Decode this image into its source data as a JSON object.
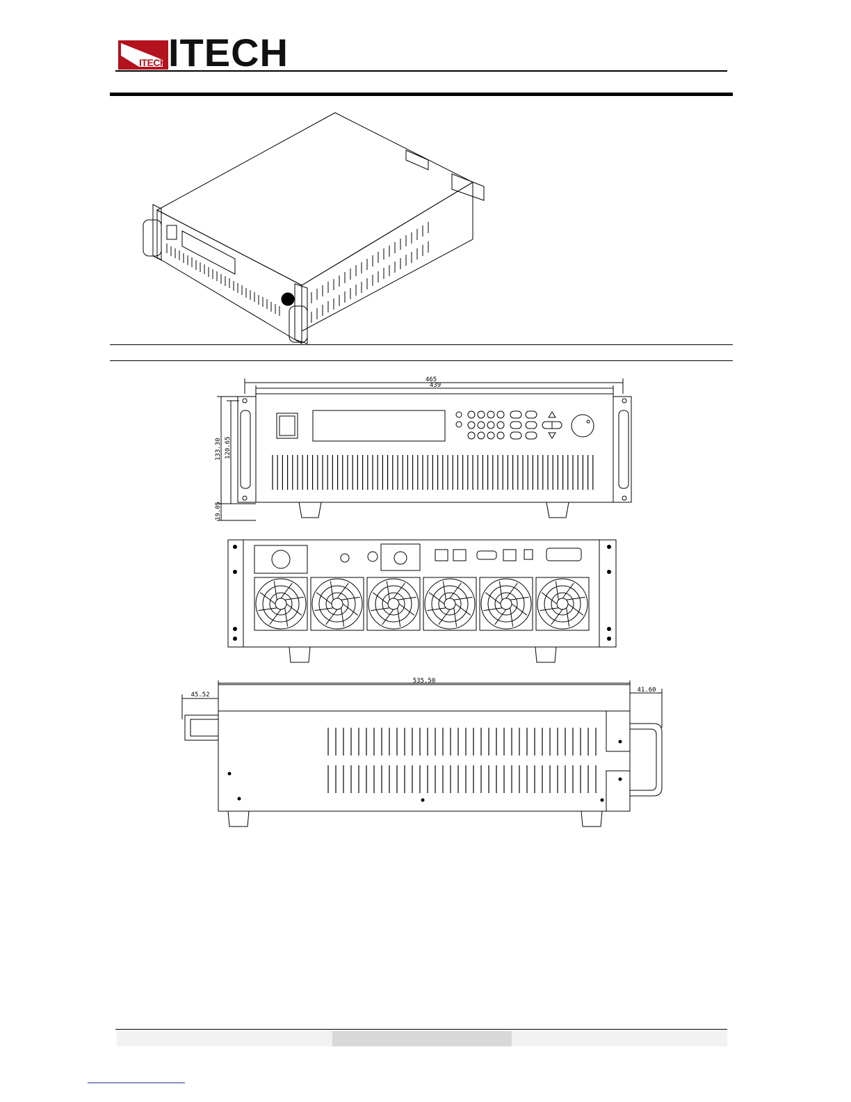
{
  "header": {
    "logo_box_text": "ITECH",
    "logo_text": "ITECH"
  },
  "dimensions": {
    "front_width_overall": "465",
    "front_width_body": "439",
    "front_height_overall": "133.30",
    "front_height_body": "120.65",
    "front_foot_height": "19.05",
    "side_depth": "535.50",
    "side_front_protrusion": "45.52",
    "side_rear_protrusion": "41.60"
  },
  "colors": {
    "logo_red": "#b3121f",
    "line": "#000000"
  }
}
